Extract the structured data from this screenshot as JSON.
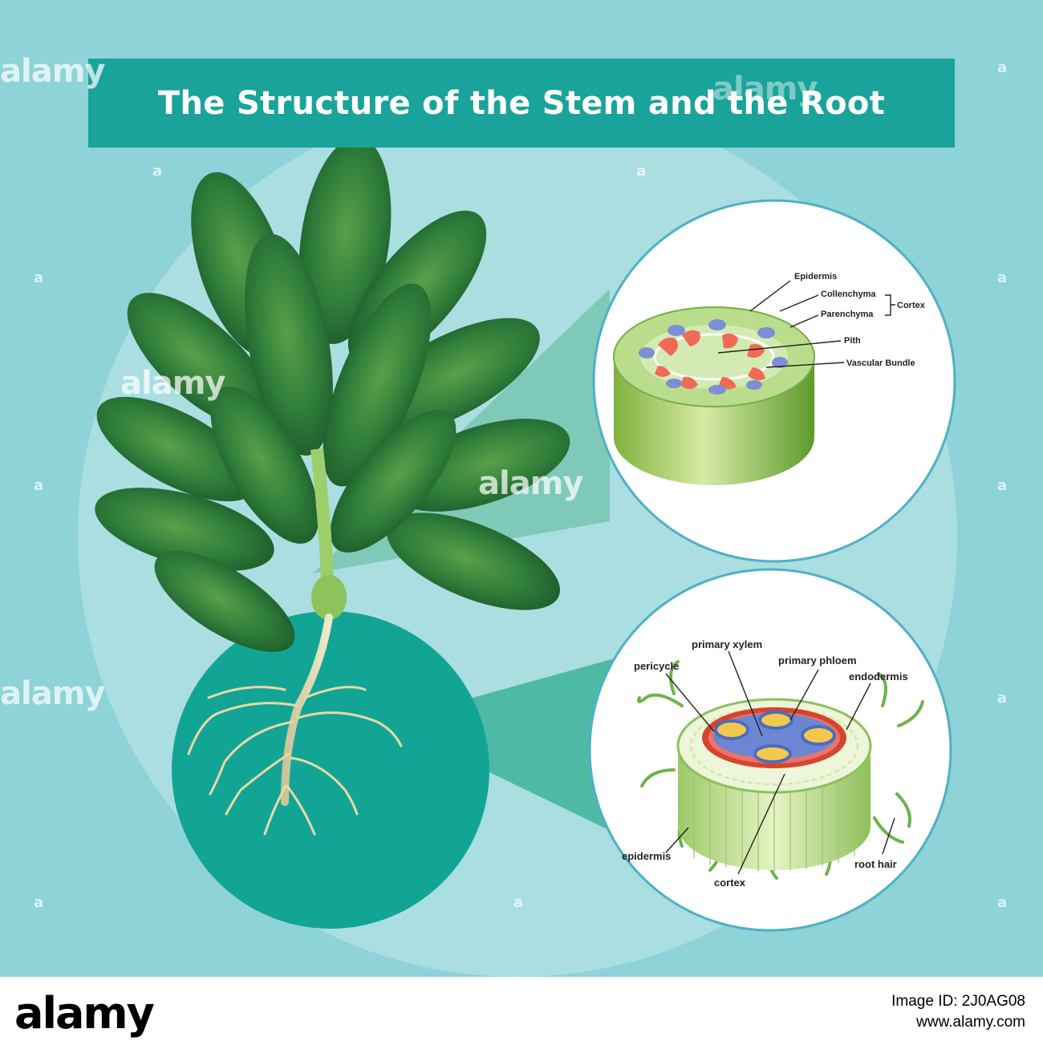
{
  "title": "The Structure of the Stem and the Root",
  "stem_labels": {
    "epidermis": "Epidermis",
    "collenchyma": "Collenchyma",
    "parenchyma": "Parenchyma",
    "cortex": "Cortex",
    "pith": "Pith",
    "vascular_bundle": "Vascular Bundle"
  },
  "root_labels": {
    "primary_xylem": "primary xylem",
    "pericycle": "pericycle",
    "primary_phloem": "primary phloem",
    "endodermis": "endodermis",
    "epidermis": "epidermis",
    "root_hair": "root hair",
    "cortex": "cortex"
  },
  "watermark": {
    "text": "alamy",
    "mark": "a"
  },
  "footer": {
    "logo": "alamy",
    "image_id": "Image ID: 2J0AG08",
    "site": "www.alamy.com"
  },
  "colors": {
    "background": "#8dd3d8",
    "title_bar": "#1aa39a",
    "leaf": "#2f7d3a",
    "stem_tissue": "#b5d98a",
    "vascular_red": "#ef6b57",
    "vascular_blue": "#7b8fd6",
    "root_yellow": "#f2c94c"
  }
}
